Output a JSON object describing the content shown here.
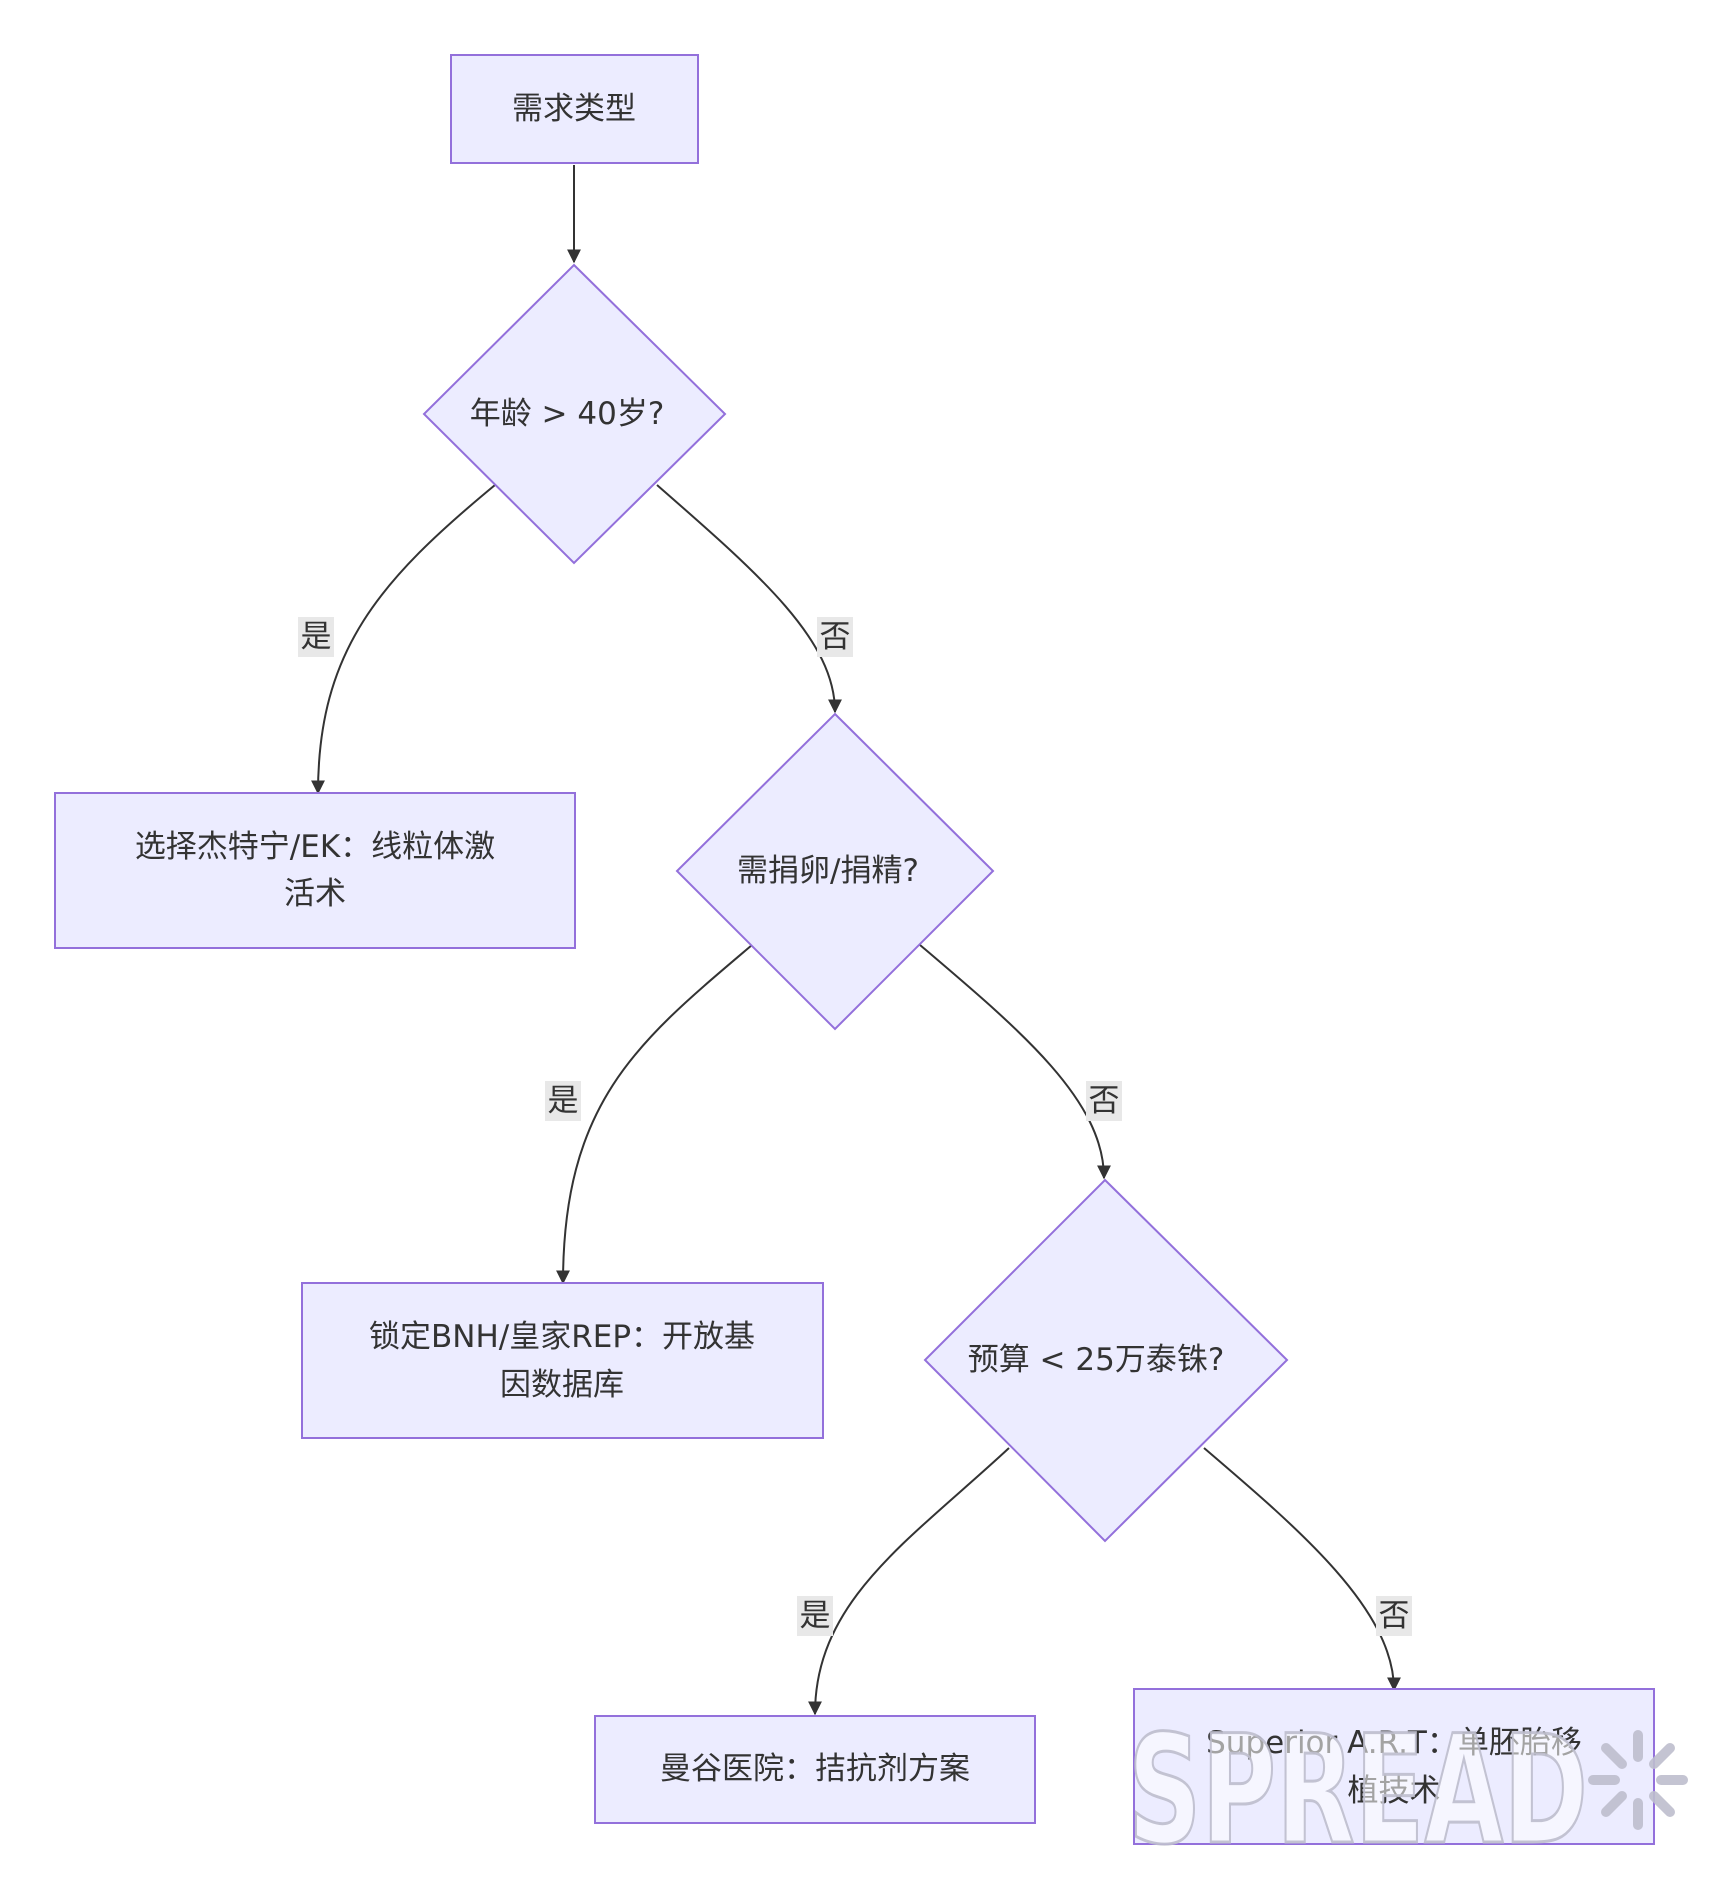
{
  "nodes": {
    "start": "需求类型",
    "age_decision": "年龄 > 40岁?",
    "result_jetanin": [
      "选择杰特宁/EK：线粒体激",
      "活术"
    ],
    "donor_decision": "需捐卵/捐精?",
    "result_bnh": [
      "锁定BNH/皇家REP：开放基",
      "因数据库"
    ],
    "budget_decision": "预算 < 25万泰铢?",
    "result_bangkok": "曼谷医院：拮抗剂方案",
    "result_superior": [
      "Superior A.R.T：单胚胎移",
      "植技术"
    ]
  },
  "edges": {
    "age_yes": "是",
    "age_no": "否",
    "donor_yes": "是",
    "donor_no": "否",
    "budget_yes": "是",
    "budget_no": "否"
  },
  "watermark": "SPREAD",
  "colors": {
    "node_fill": "#ececff",
    "node_stroke": "#9370db",
    "edge": "#333333",
    "text": "#333333",
    "label_bg": "#e8e8e8"
  }
}
